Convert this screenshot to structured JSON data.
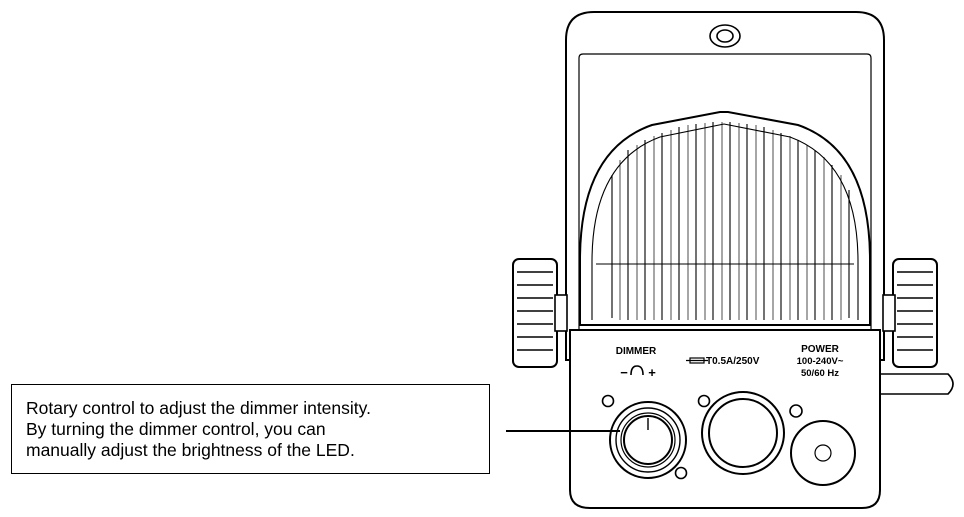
{
  "callout": {
    "lines": [
      "Rotary control to adjust the dimmer intensity.",
      "By turning the dimmer control, you can",
      "manually adjust the brightness of the LED."
    ]
  },
  "panel": {
    "dimmer_label": "DIMMER",
    "dimmer_minus": "−",
    "dimmer_plus": "+",
    "fuse_rating": "T0.5A/250V",
    "power_label": "POWER",
    "power_voltage": "100-240V~",
    "power_frequency": "50/60 Hz"
  },
  "colors": {
    "line": "#000000",
    "background": "#ffffff"
  },
  "icons": [
    "dimmer-arc-icon",
    "fuse-icon"
  ]
}
